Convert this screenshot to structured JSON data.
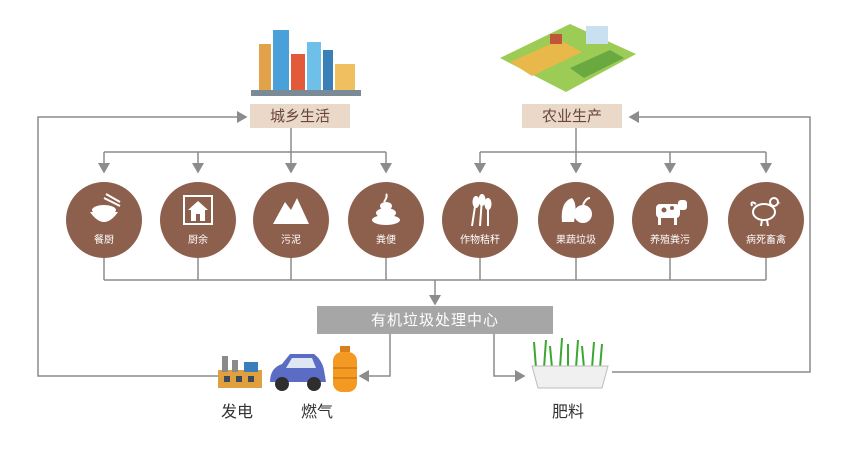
{
  "top_labels": {
    "urban": "城乡生活",
    "agri": "农业生产"
  },
  "sources": [
    {
      "label": "餐厨",
      "icon": "rice-bowl-icon"
    },
    {
      "label": "厨余",
      "icon": "house-icon"
    },
    {
      "label": "污泥",
      "icon": "sludge-pile-icon"
    },
    {
      "label": "粪便",
      "icon": "manure-icon"
    },
    {
      "label": "作物秸秆",
      "icon": "wheat-icon"
    },
    {
      "label": "果蔬垃圾",
      "icon": "vegetable-icon"
    },
    {
      "label": "养殖粪污",
      "icon": "cow-icon"
    },
    {
      "label": "病死畜禽",
      "icon": "chicken-icon"
    }
  ],
  "center": "有机垃圾处理中心",
  "outputs": {
    "power": "发电",
    "gas": "燃气",
    "fertilizer": "肥料"
  },
  "colors": {
    "circle": "#8d5f4d",
    "label_bg": "#ead8c8",
    "line": "#8c8c8c",
    "center_bg": "#a6a6a6"
  }
}
